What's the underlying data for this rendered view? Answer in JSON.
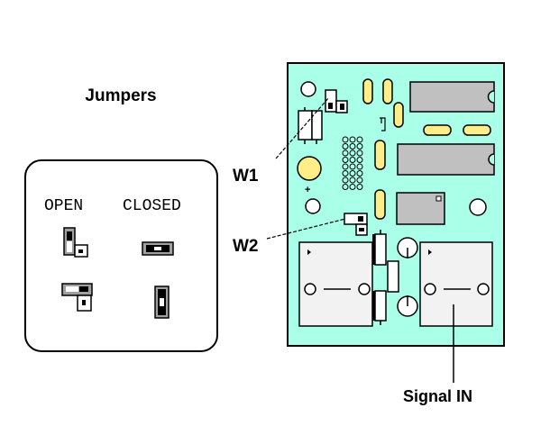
{
  "legend": {
    "title": "Jumpers",
    "open_label": "OPEN",
    "closed_label": "CLOSED"
  },
  "board": {
    "callouts": {
      "w1": "W1",
      "w2": "W2",
      "signal_in": "Signal IN"
    },
    "polarity_mark": "+"
  },
  "colors": {
    "board": "#aaffe8",
    "component_yellow": "#ffee88",
    "ic_gray": "#c0c0c0",
    "jumper_gray": "#a0a0a0",
    "relay_fill": "#f2f2f2"
  }
}
